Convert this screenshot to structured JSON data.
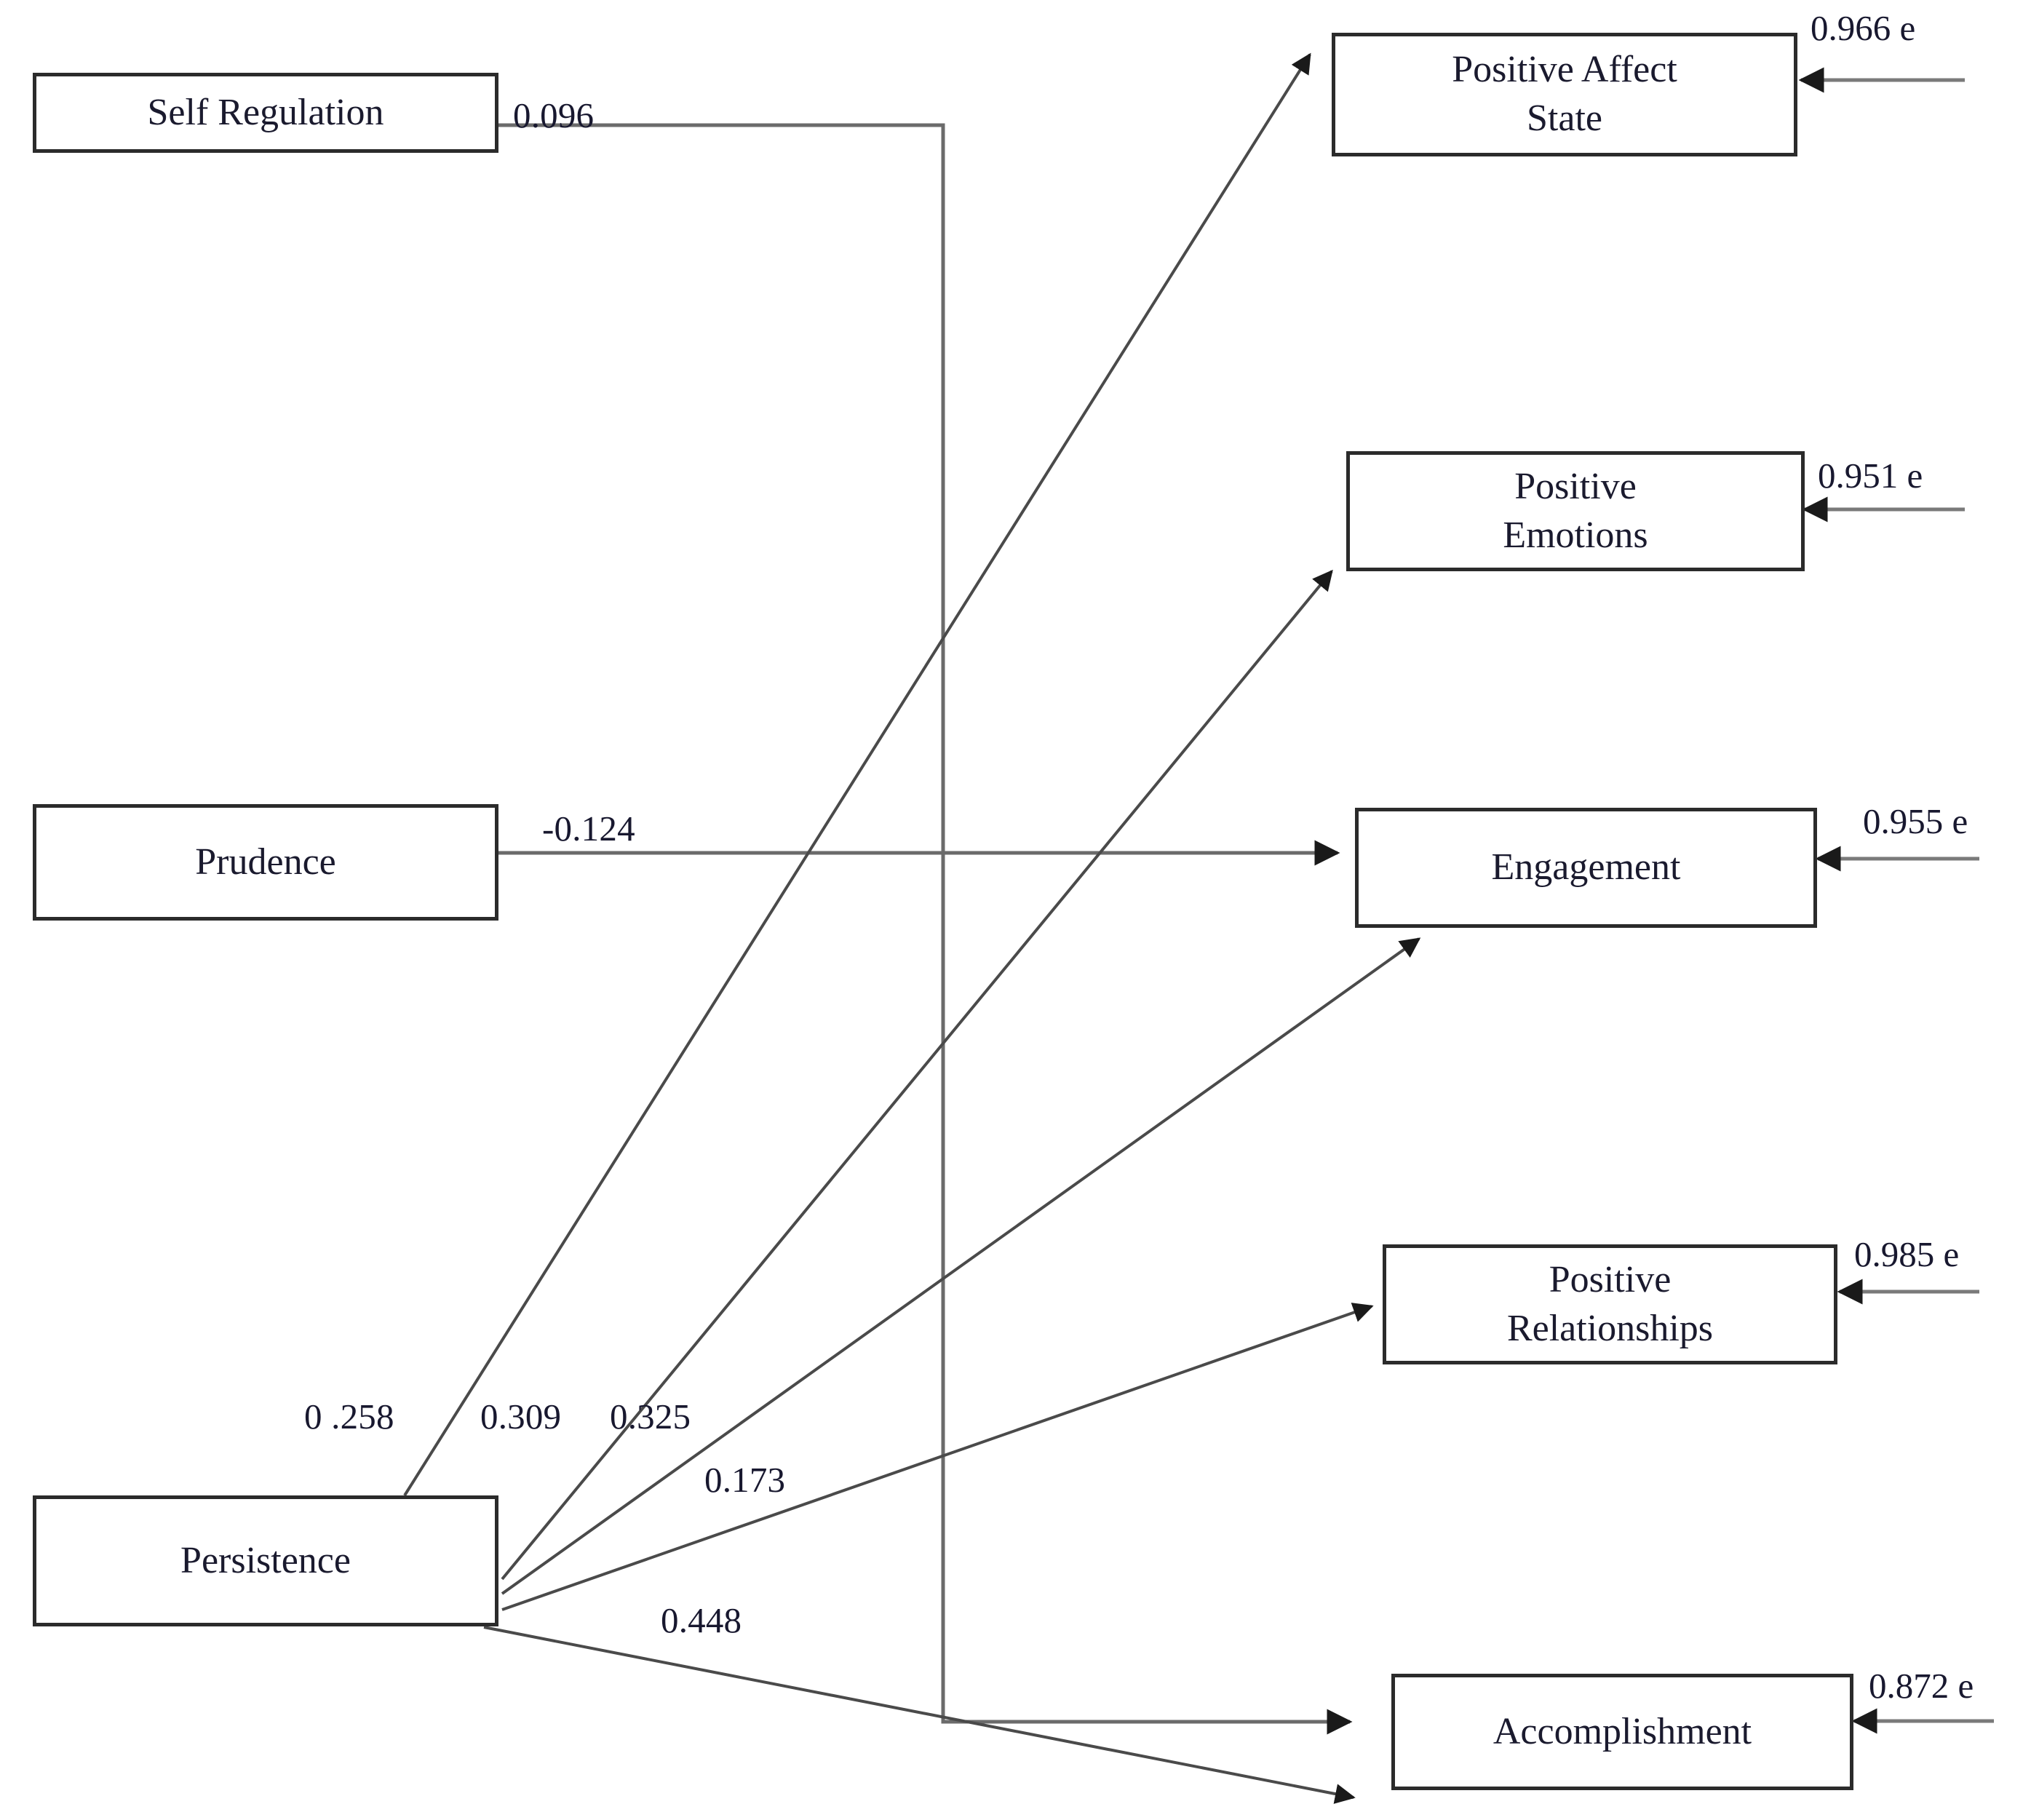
{
  "diagram": {
    "title": "Structural Equation Model Path Diagram",
    "type": "path-diagram",
    "background_color": "#ffffff",
    "box_border_color": "#2b2b2b",
    "line_color": "#555555",
    "text_color": "#18182f"
  },
  "predictors": [
    {
      "id": "self-regulation",
      "label": "Self Regulation"
    },
    {
      "id": "prudence",
      "label": "Prudence"
    },
    {
      "id": "persistence",
      "label": "Persistence"
    }
  ],
  "outcomes": [
    {
      "id": "positive-affect-state",
      "label": "Positive Affect\nState",
      "line1": "Positive Affect",
      "line2": "State",
      "error": "0.966 e"
    },
    {
      "id": "positive-emotions",
      "label": "Positive\nEmotions",
      "line1": "Positive",
      "line2": "Emotions",
      "error": "0.951 e"
    },
    {
      "id": "engagement",
      "label": "Engagement",
      "line1": "Engagement",
      "line2": "",
      "error": "0.955 e"
    },
    {
      "id": "positive-relationships",
      "label": "Positive\nRelationships",
      "line1": "Positive",
      "line2": "Relationships",
      "error": "0.985 e"
    },
    {
      "id": "accomplishment",
      "label": "Accomplishment",
      "line1": "Accomplishment",
      "line2": "",
      "error": "0.872 e"
    }
  ],
  "paths": [
    {
      "id": "p1",
      "from": "self-regulation",
      "to": "accomplishment",
      "coefficient": "0.096"
    },
    {
      "id": "p2",
      "from": "prudence",
      "to": "engagement",
      "coefficient": "-0.124"
    },
    {
      "id": "p3",
      "from": "persistence",
      "to": "positive-affect-state",
      "coefficient": "0 .258"
    },
    {
      "id": "p4",
      "from": "persistence",
      "to": "positive-emotions",
      "coefficient": "0.309"
    },
    {
      "id": "p5",
      "from": "persistence",
      "to": "engagement",
      "coefficient": "0.325"
    },
    {
      "id": "p6",
      "from": "persistence",
      "to": "positive-relationships",
      "coefficient": "0.173"
    },
    {
      "id": "p7",
      "from": "persistence",
      "to": "accomplishment",
      "coefficient": "0.448"
    }
  ],
  "error_terms": [
    {
      "id": "e-positive-affect-state",
      "value": "0.966 e"
    },
    {
      "id": "e-positive-emotions",
      "value": "0.951 e"
    },
    {
      "id": "e-engagement",
      "value": "0.955 e"
    },
    {
      "id": "e-positive-relationships",
      "value": "0.985 e"
    },
    {
      "id": "e-accomplishment",
      "value": "0.872 e"
    }
  ],
  "chart_data": {
    "type": "diagram",
    "title": "Structural Equation Model: Character Strengths predicting PERMA wellbeing",
    "nodes": [
      "Self Regulation",
      "Prudence",
      "Persistence",
      "Positive Affect State",
      "Positive Emotions",
      "Engagement",
      "Positive Relationships",
      "Accomplishment"
    ],
    "edges": [
      {
        "source": "Self Regulation",
        "target": "Accomplishment",
        "weight": 0.096,
        "label": "0.096"
      },
      {
        "source": "Prudence",
        "target": "Engagement",
        "weight": -0.124,
        "label": "-0.124"
      },
      {
        "source": "Persistence",
        "target": "Positive Affect State",
        "weight": 0.258,
        "label": "0 .258"
      },
      {
        "source": "Persistence",
        "target": "Positive Emotions",
        "weight": 0.309,
        "label": "0.309"
      },
      {
        "source": "Persistence",
        "target": "Engagement",
        "weight": 0.325,
        "label": "0.325"
      },
      {
        "source": "Persistence",
        "target": "Positive Relationships",
        "weight": 0.173,
        "label": "0.173"
      },
      {
        "source": "Persistence",
        "target": "Accomplishment",
        "weight": 0.448,
        "label": "0.448"
      }
    ],
    "residuals": [
      {
        "node": "Positive Affect State",
        "value": 0.966,
        "label": "0.966 e"
      },
      {
        "node": "Positive Emotions",
        "value": 0.951,
        "label": "0.951 e"
      },
      {
        "node": "Engagement",
        "value": 0.955,
        "label": "0.955 e"
      },
      {
        "node": "Positive Relationships",
        "value": 0.985,
        "label": "0.985 e"
      },
      {
        "node": "Accomplishment",
        "value": 0.872,
        "label": "0.872 e"
      }
    ]
  }
}
